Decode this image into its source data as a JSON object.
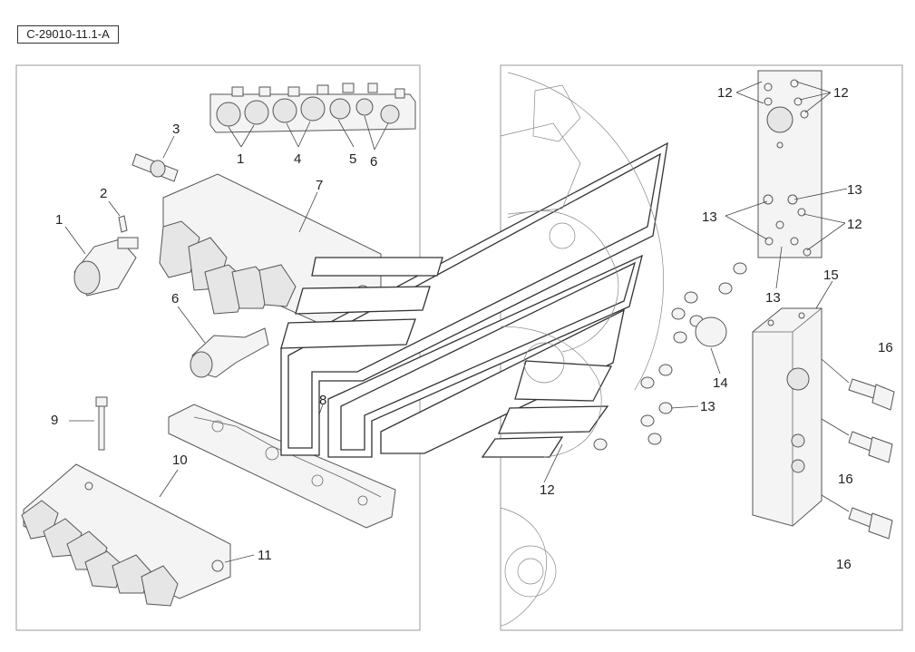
{
  "reference": "C-29010-11.1-A",
  "callouts": {
    "c1a": "1",
    "c4": "4",
    "c5": "5",
    "c6a": "6",
    "c3": "3",
    "c2": "2",
    "c7": "7",
    "c1b": "1",
    "c6b": "6",
    "c9": "9",
    "c10": "10",
    "c8": "8",
    "c11": "11",
    "c12a": "12",
    "c12b": "12",
    "c13a": "13",
    "c13b": "13",
    "c12c": "12",
    "c13c": "13",
    "c15": "15",
    "c14": "14",
    "c13d": "13",
    "c12d": "12",
    "c16a": "16",
    "c16b": "16",
    "c16c": "16"
  }
}
